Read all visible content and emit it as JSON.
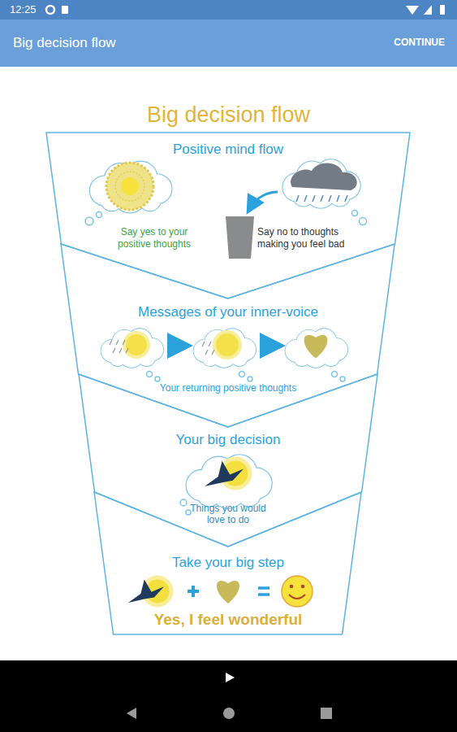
{
  "diagram": {
    "title": "Big decision flow",
    "nodes": [
      {
        "text": [
          "Positive mind flow",
          "Say yes to your positive thoughts",
          "Say no to thoughts making you feel bad"
        ]
      },
      {
        "text": [
          "Messages of your inner-voice",
          "Your returning positive thoughts"
        ]
      },
      {
        "text": [
          "Your big decision",
          "Things you would love to do"
        ]
      },
      {
        "text": [
          "Take your big step",
          "Yes, I feel wonderful"
        ]
      }
    ],
    "labels": [
      "12:25",
      "Big decision flow",
      "CONTINUE"
    ]
  }
}
